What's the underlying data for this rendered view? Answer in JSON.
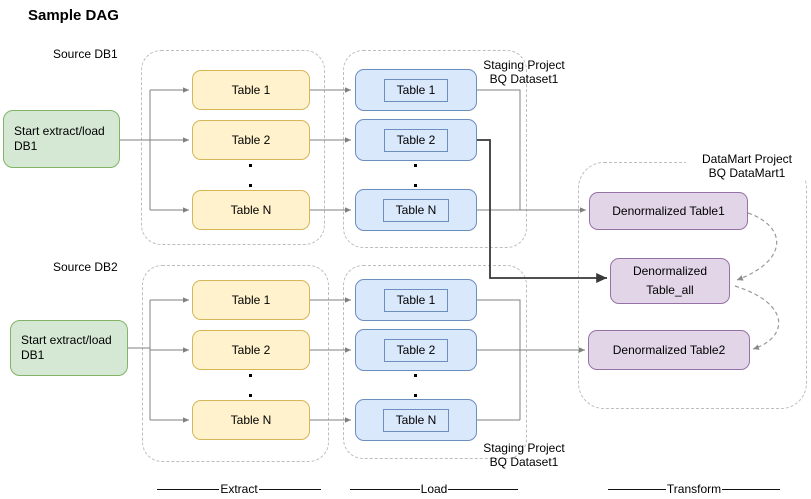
{
  "title": "Sample DAG",
  "sources": {
    "db1": {
      "label": "Source DB1",
      "start_line1": "Start extract/load",
      "start_line2": "DB1"
    },
    "db2": {
      "label": "Source DB2",
      "start_line1": "Start extract/load",
      "start_line2": "DB1"
    }
  },
  "tables": {
    "t1": "Table 1",
    "t2": "Table 2",
    "tn": "Table N"
  },
  "staging_top": {
    "line1": "Staging Project",
    "line2": "BQ Dataset1"
  },
  "staging_bottom": {
    "line1": "Staging Project",
    "line2": "BQ Dataset1"
  },
  "datamart": {
    "line1": "DataMart Project",
    "line2": "BQ DataMart1",
    "table1": "Denormalized Table1",
    "table_all_line1": "Denormalized",
    "table_all_line2": "Table_all",
    "table2": "Denormalized Table2"
  },
  "stages": {
    "extract": "Extract",
    "load": "Load",
    "transform": "Transform"
  },
  "colors": {
    "yellow_fill": "#fff2cc",
    "yellow_stroke": "#d6b656",
    "blue_fill": "#dae8fc",
    "blue_stroke": "#6c8ebf",
    "green_fill": "#d5e8d4",
    "green_stroke": "#82b366",
    "purple_fill": "#e1d5e7",
    "purple_stroke": "#9673a6",
    "connector_gray": "#808080",
    "connector_dark": "#383838",
    "dashed_container": "#bdbdbd",
    "dashed_arc": "#999999"
  }
}
